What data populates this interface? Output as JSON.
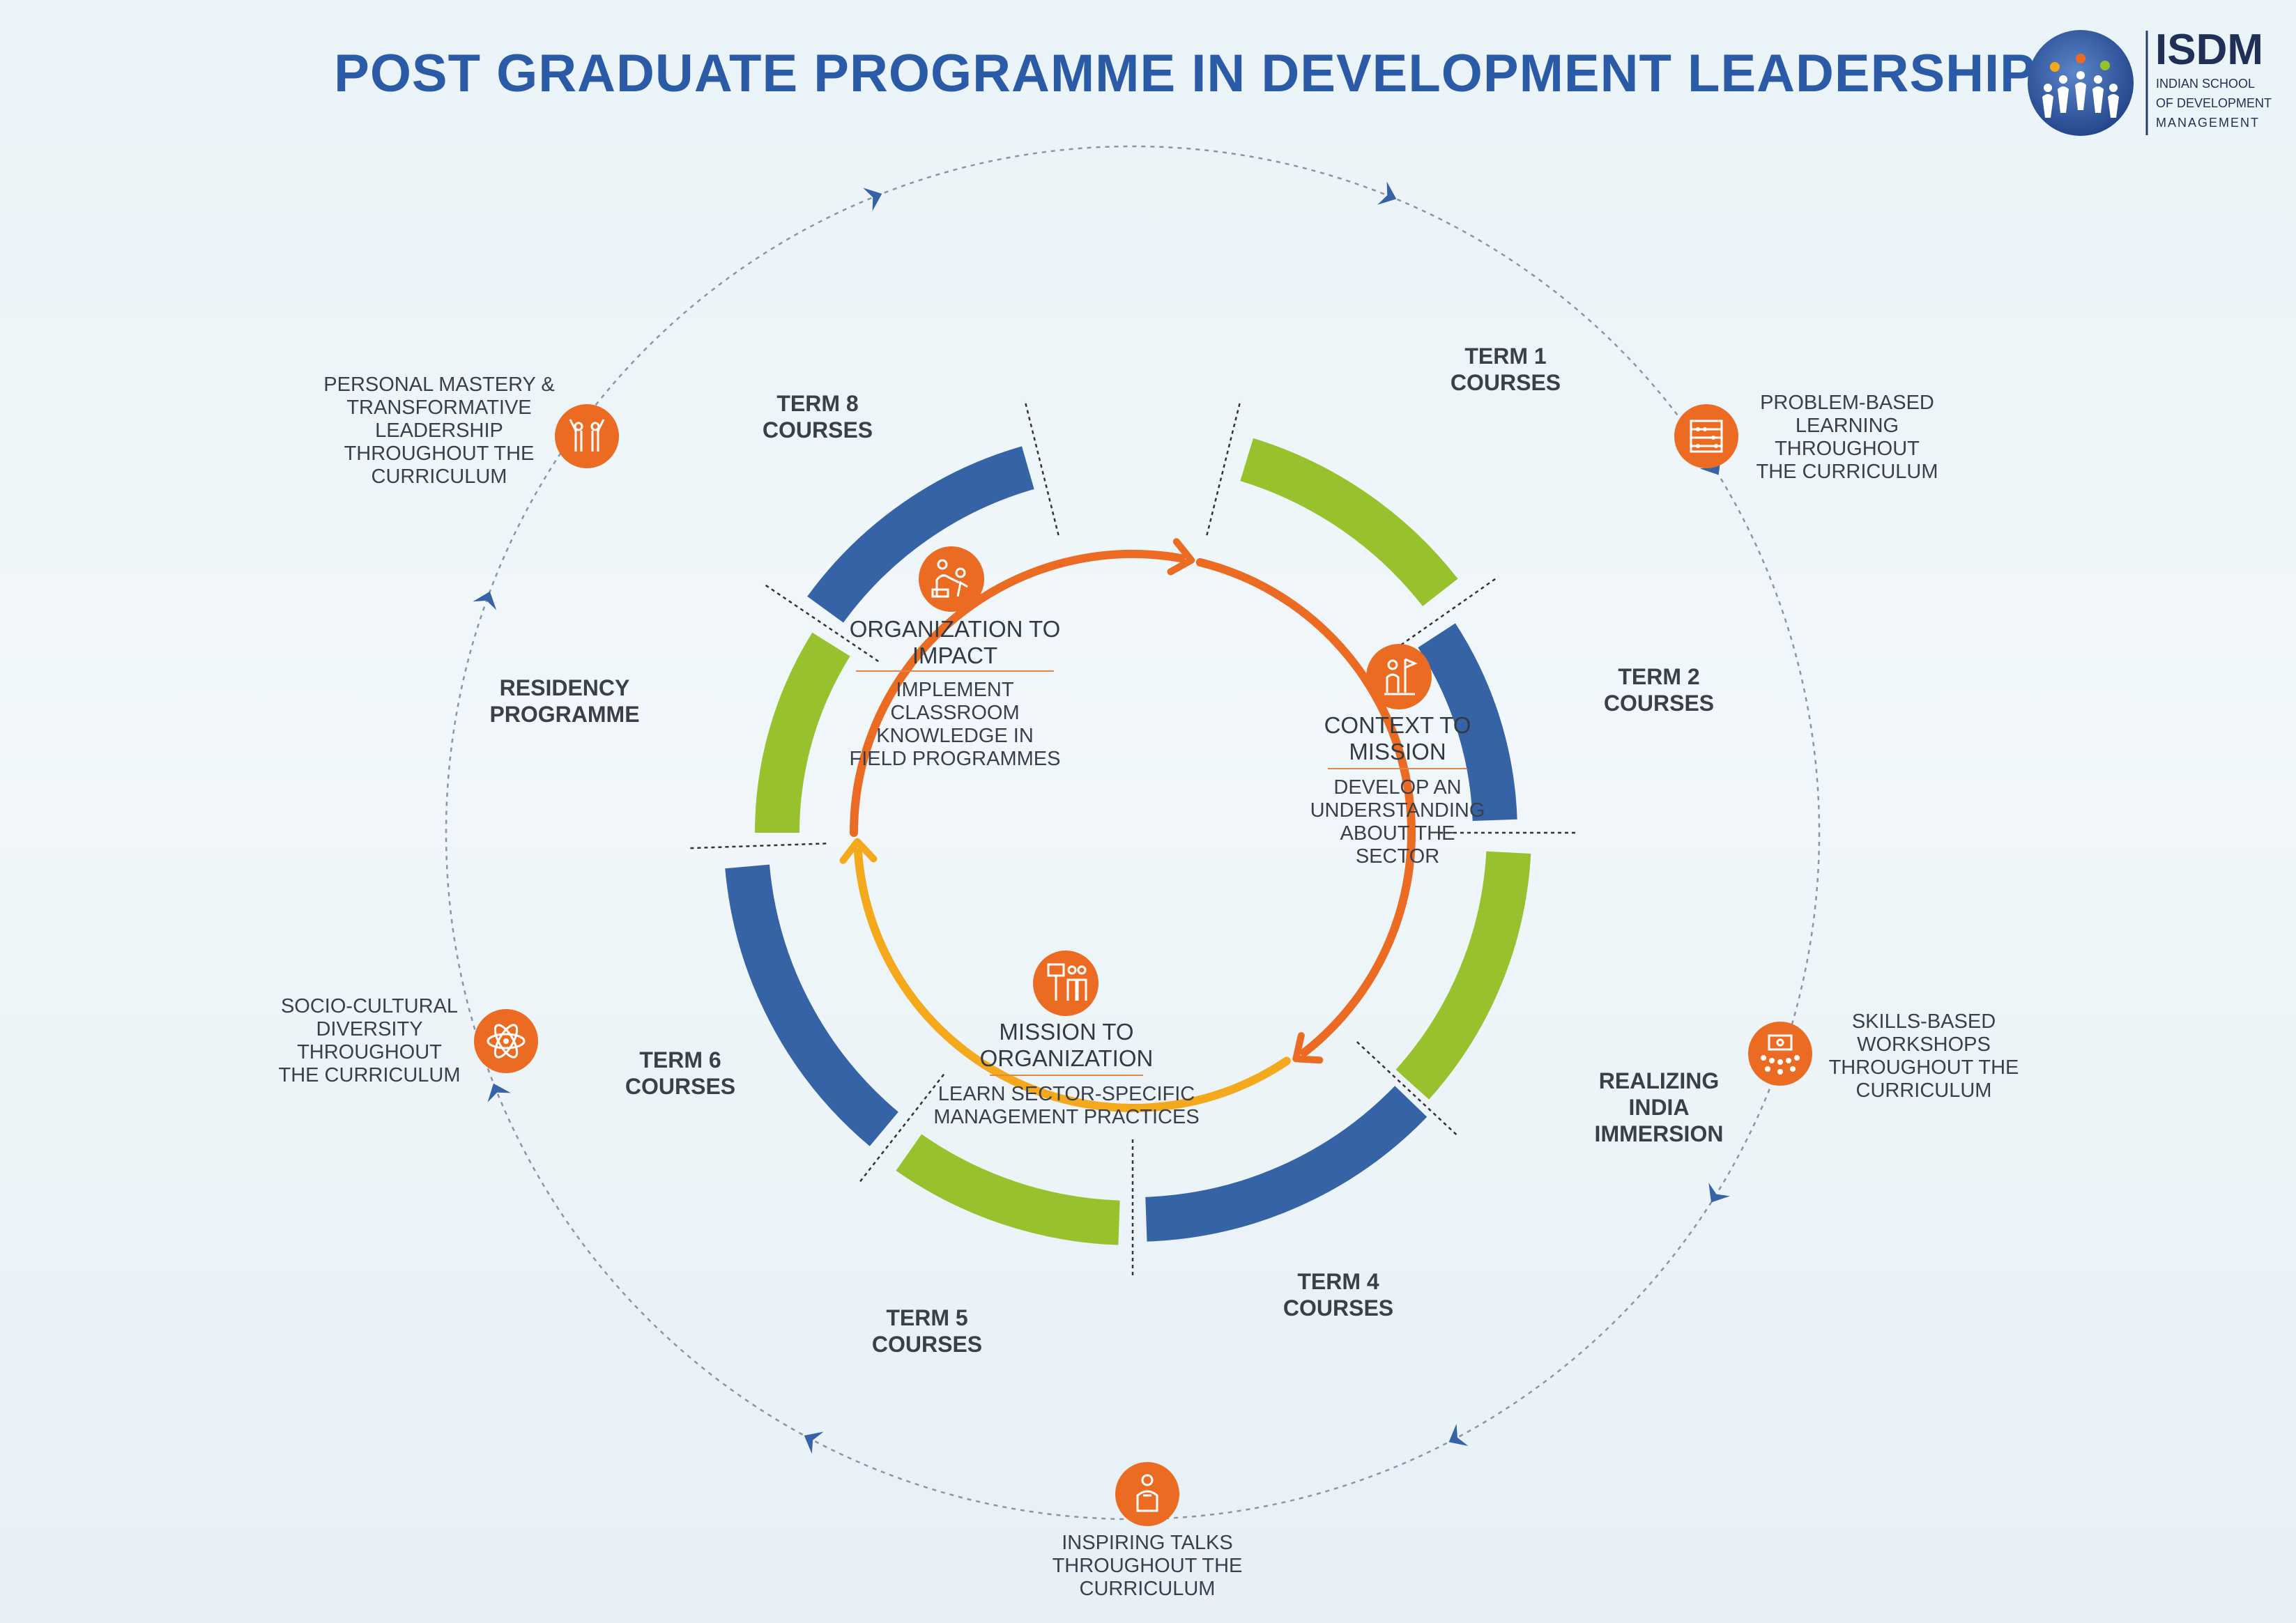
{
  "title": "POST GRADUATE PROGRAMME IN DEVELOPMENT LEADERSHIP",
  "logo": {
    "name": "ISDM",
    "line1": "INDIAN SCHOOL",
    "line2": "OF DEVELOPMENT",
    "line3": "MANAGEMENT"
  },
  "colors": {
    "blue": "#3563a6",
    "green": "#97c22e",
    "orange": "#ec6b22",
    "yellow": "#f4a81b",
    "title": "#2b5aa6"
  },
  "terms": {
    "term1": "TERM 1\nCOURSES",
    "term2": "TERM 2\nCOURSES",
    "realizing": "REALIZING\nINDIA\nIMMERSION",
    "term4": "TERM 4\nCOURSES",
    "term5": "TERM 5\nCOURSES",
    "term6": "TERM 6\nCOURSES",
    "residency": "RESIDENCY\nPROGRAMME",
    "term8": "TERM 8\nCOURSES"
  },
  "phases": {
    "context": {
      "title": "CONTEXT TO\nMISSION",
      "desc": "DEVELOP AN\nUNDERSTANDING\nABOUT THE\nSECTOR",
      "icon": "flag-person-icon"
    },
    "mission": {
      "title": "MISSION TO\nORGANIZATION",
      "desc": "LEARN SECTOR-SPECIFIC\nMANAGEMENT PRACTICES",
      "icon": "presentation-people-icon"
    },
    "organization": {
      "title": "ORGANIZATION TO\nIMPACT",
      "desc": "IMPLEMENT\nCLASSROOM\nKNOWLEDGE IN\nFIELD PROGRAMMES",
      "icon": "helping-hand-icon"
    }
  },
  "outer": {
    "problem": {
      "text": "PROBLEM-BASED\nLEARNING\nTHROUGHOUT\nTHE CURRICULUM",
      "icon": "abacus-icon"
    },
    "skills": {
      "text": "SKILLS-BASED\nWORKSHOPS\nTHROUGHOUT THE\nCURRICULUM",
      "icon": "workshop-icon"
    },
    "talks": {
      "text": "INSPIRING TALKS\nTHROUGHOUT THE\nCURRICULUM",
      "icon": "speaker-icon"
    },
    "diversity": {
      "text": "SOCIO-CULTURAL\nDIVERSITY\nTHROUGHOUT\nTHE CURRICULUM",
      "icon": "atom-icon"
    },
    "mastery": {
      "text": "PERSONAL MASTERY &\nTRANSFORMATIVE\nLEADERSHIP\nTHROUGHOUT THE\nCURRICULUM",
      "icon": "celebrating-people-icon"
    }
  }
}
